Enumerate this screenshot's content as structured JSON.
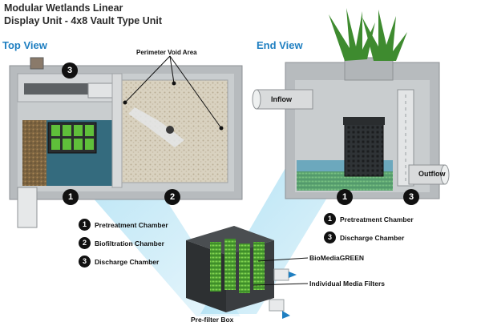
{
  "title": {
    "line1": "Modular Wetlands Linear",
    "line2": "Display Unit - 4x8 Vault Type Unit"
  },
  "views": {
    "top": "Top View",
    "end": "End View"
  },
  "labels": {
    "perimeter": "Perimeter Void Area",
    "inflow": "Inflow",
    "outflow": "Outflow",
    "biomedia": "BioMediaGREEN",
    "media_filters": "Individual Media Filters",
    "prefilter": "Pre-filter Box"
  },
  "chamber_numbers": {
    "one": "1",
    "two": "2",
    "three": "3"
  },
  "legend_left": [
    {
      "num": "1",
      "label": "Pretreatment Chamber"
    },
    {
      "num": "2",
      "label": "Biofiltration Chamber"
    },
    {
      "num": "3",
      "label": "Discharge Chamber"
    }
  ],
  "legend_right": [
    {
      "num": "1",
      "label": "Pretreatment Chamber"
    },
    {
      "num": "3",
      "label": "Discharge Chamber"
    }
  ],
  "colors": {
    "accent_blue": "#1f7fc1",
    "concrete": "#aeb3b6",
    "water": "#57b8d6",
    "media_green": "#5fbf3a"
  }
}
